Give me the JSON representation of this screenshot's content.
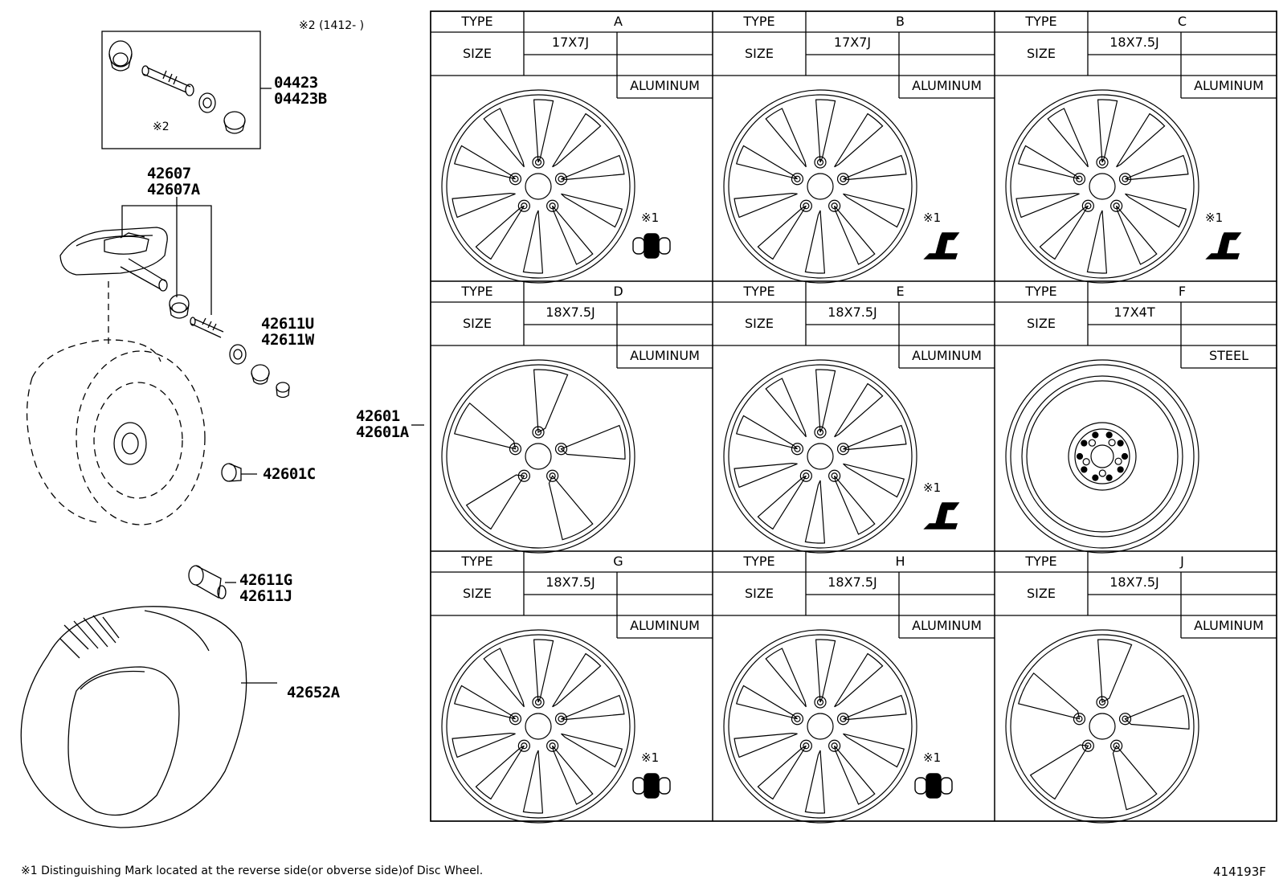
{
  "diagram": {
    "footnote": "※1 Distinguishing Mark located at the reverse side(or obverse side)of Disc Wheel.",
    "illustration_id": "414193F",
    "valve_note": "※2 (1412-      )",
    "valve_sub_mark": "※2",
    "mark_ref": "※1",
    "header_type": "TYPE",
    "header_size": "SIZE",
    "parts": {
      "p04423": "04423",
      "p04423b": "04423B",
      "p42607": "42607",
      "p42607a": "42607A",
      "p42611u": "42611U",
      "p42611w": "42611W",
      "p42601": "42601",
      "p42601a": "42601A",
      "p42601c": "42601C",
      "p42611g": "42611G",
      "p42611j": "42611J",
      "p42652a": "42652A"
    },
    "wheels": [
      {
        "type": "A",
        "size": "17X7J",
        "material": "ALUMINUM",
        "mark": "valve"
      },
      {
        "type": "B",
        "size": "17X7J",
        "material": "ALUMINUM",
        "mark": "L"
      },
      {
        "type": "C",
        "size": "18X7.5J",
        "material": "ALUMINUM",
        "mark": "L"
      },
      {
        "type": "D",
        "size": "18X7.5J",
        "material": "ALUMINUM",
        "mark": "none"
      },
      {
        "type": "E",
        "size": "18X7.5J",
        "material": "ALUMINUM",
        "mark": "L"
      },
      {
        "type": "F",
        "size": "17X4T",
        "material": "STEEL",
        "mark": "none"
      },
      {
        "type": "G",
        "size": "18X7.5J",
        "material": "ALUMINUM",
        "mark": "valve"
      },
      {
        "type": "H",
        "size": "18X7.5J",
        "material": "ALUMINUM",
        "mark": "valve"
      },
      {
        "type": "J",
        "size": "18X7.5J",
        "material": "ALUMINUM",
        "mark": "none"
      }
    ]
  }
}
